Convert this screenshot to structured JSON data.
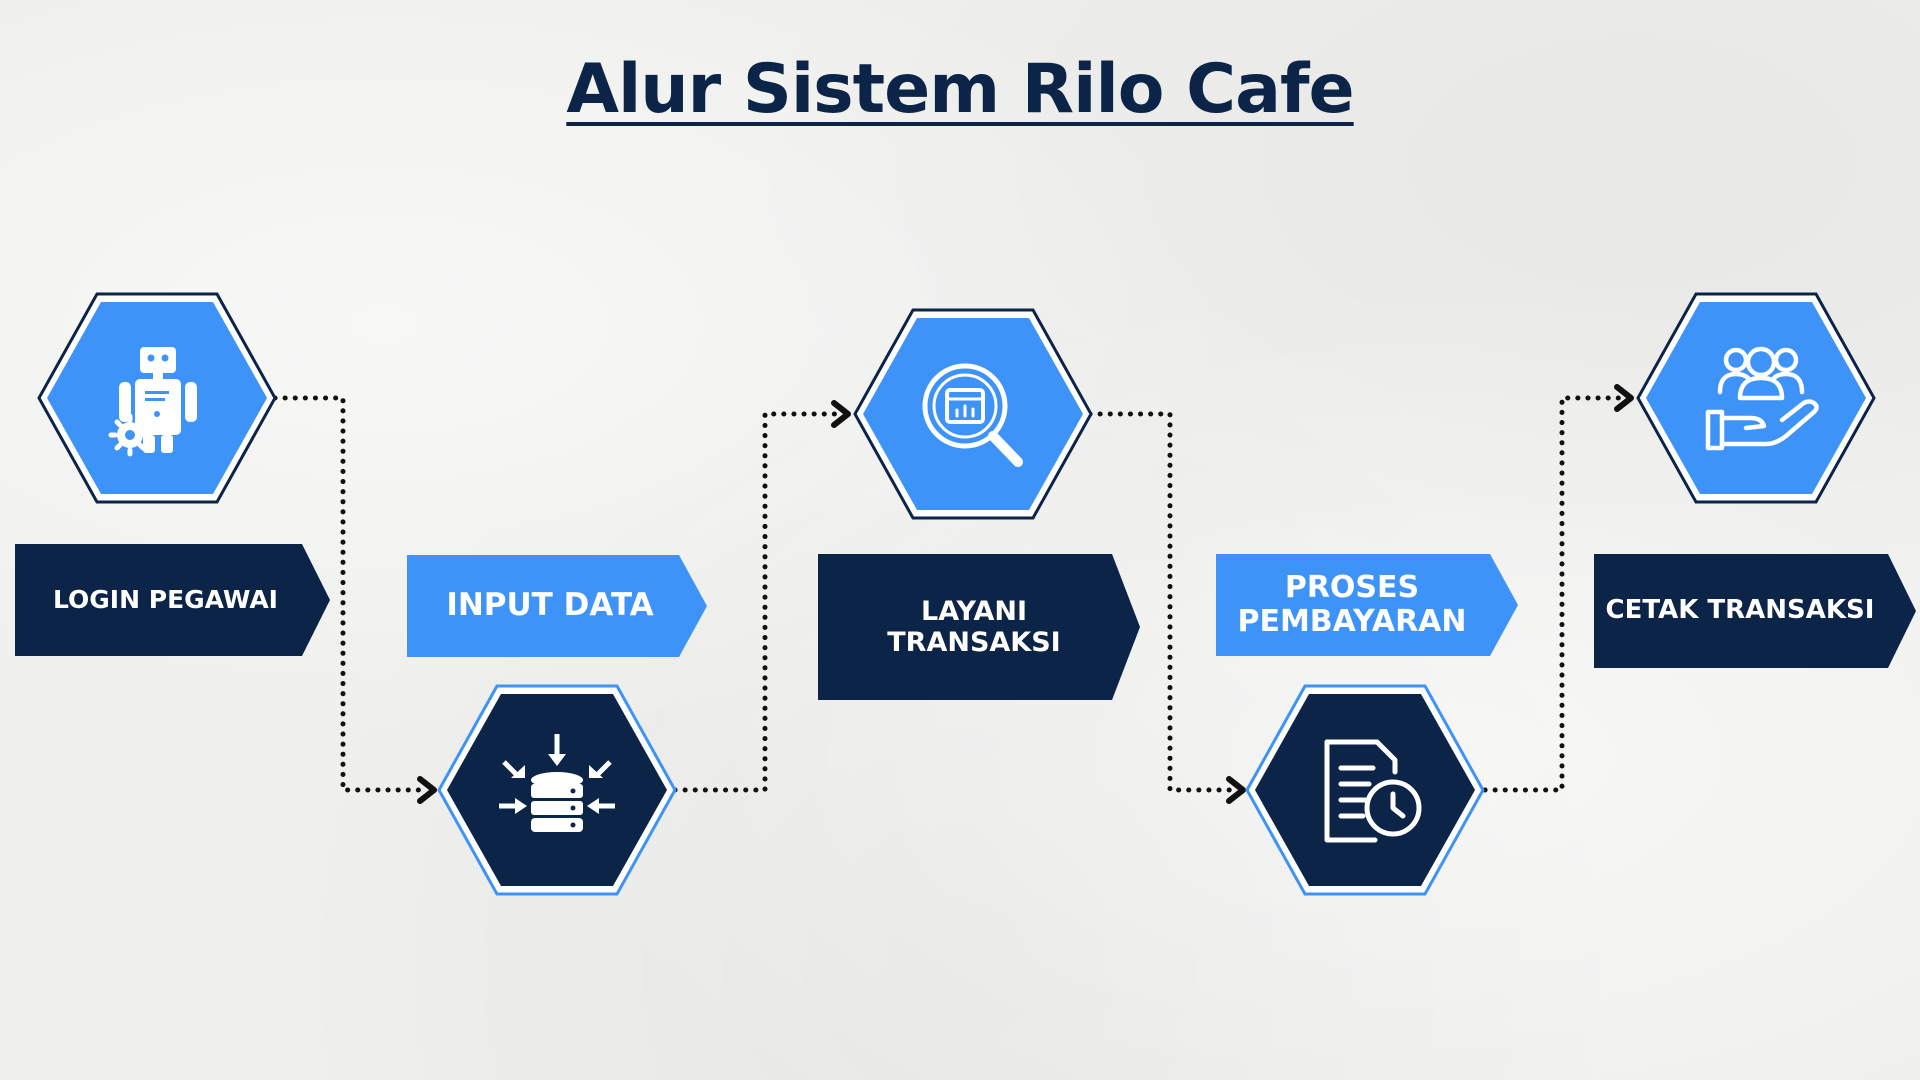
{
  "title": "Alur Sistem Rilo Cafe",
  "steps": [
    {
      "label": "LOGIN PEGAWAI",
      "icon": "robot-icon"
    },
    {
      "label": "INPUT DATA",
      "icon": "database-icon"
    },
    {
      "label": "LAYANI TRANSAKSI",
      "icon": "search-analytics-icon"
    },
    {
      "label": "PROSES PEMBAYARAN",
      "icon": "document-clock-icon"
    },
    {
      "label": "CETAK TRANSAKSI",
      "icon": "customer-hand-icon"
    }
  ],
  "colors": {
    "navy": "#0b2447",
    "blue": "#3d93f8",
    "white": "#ffffff"
  }
}
